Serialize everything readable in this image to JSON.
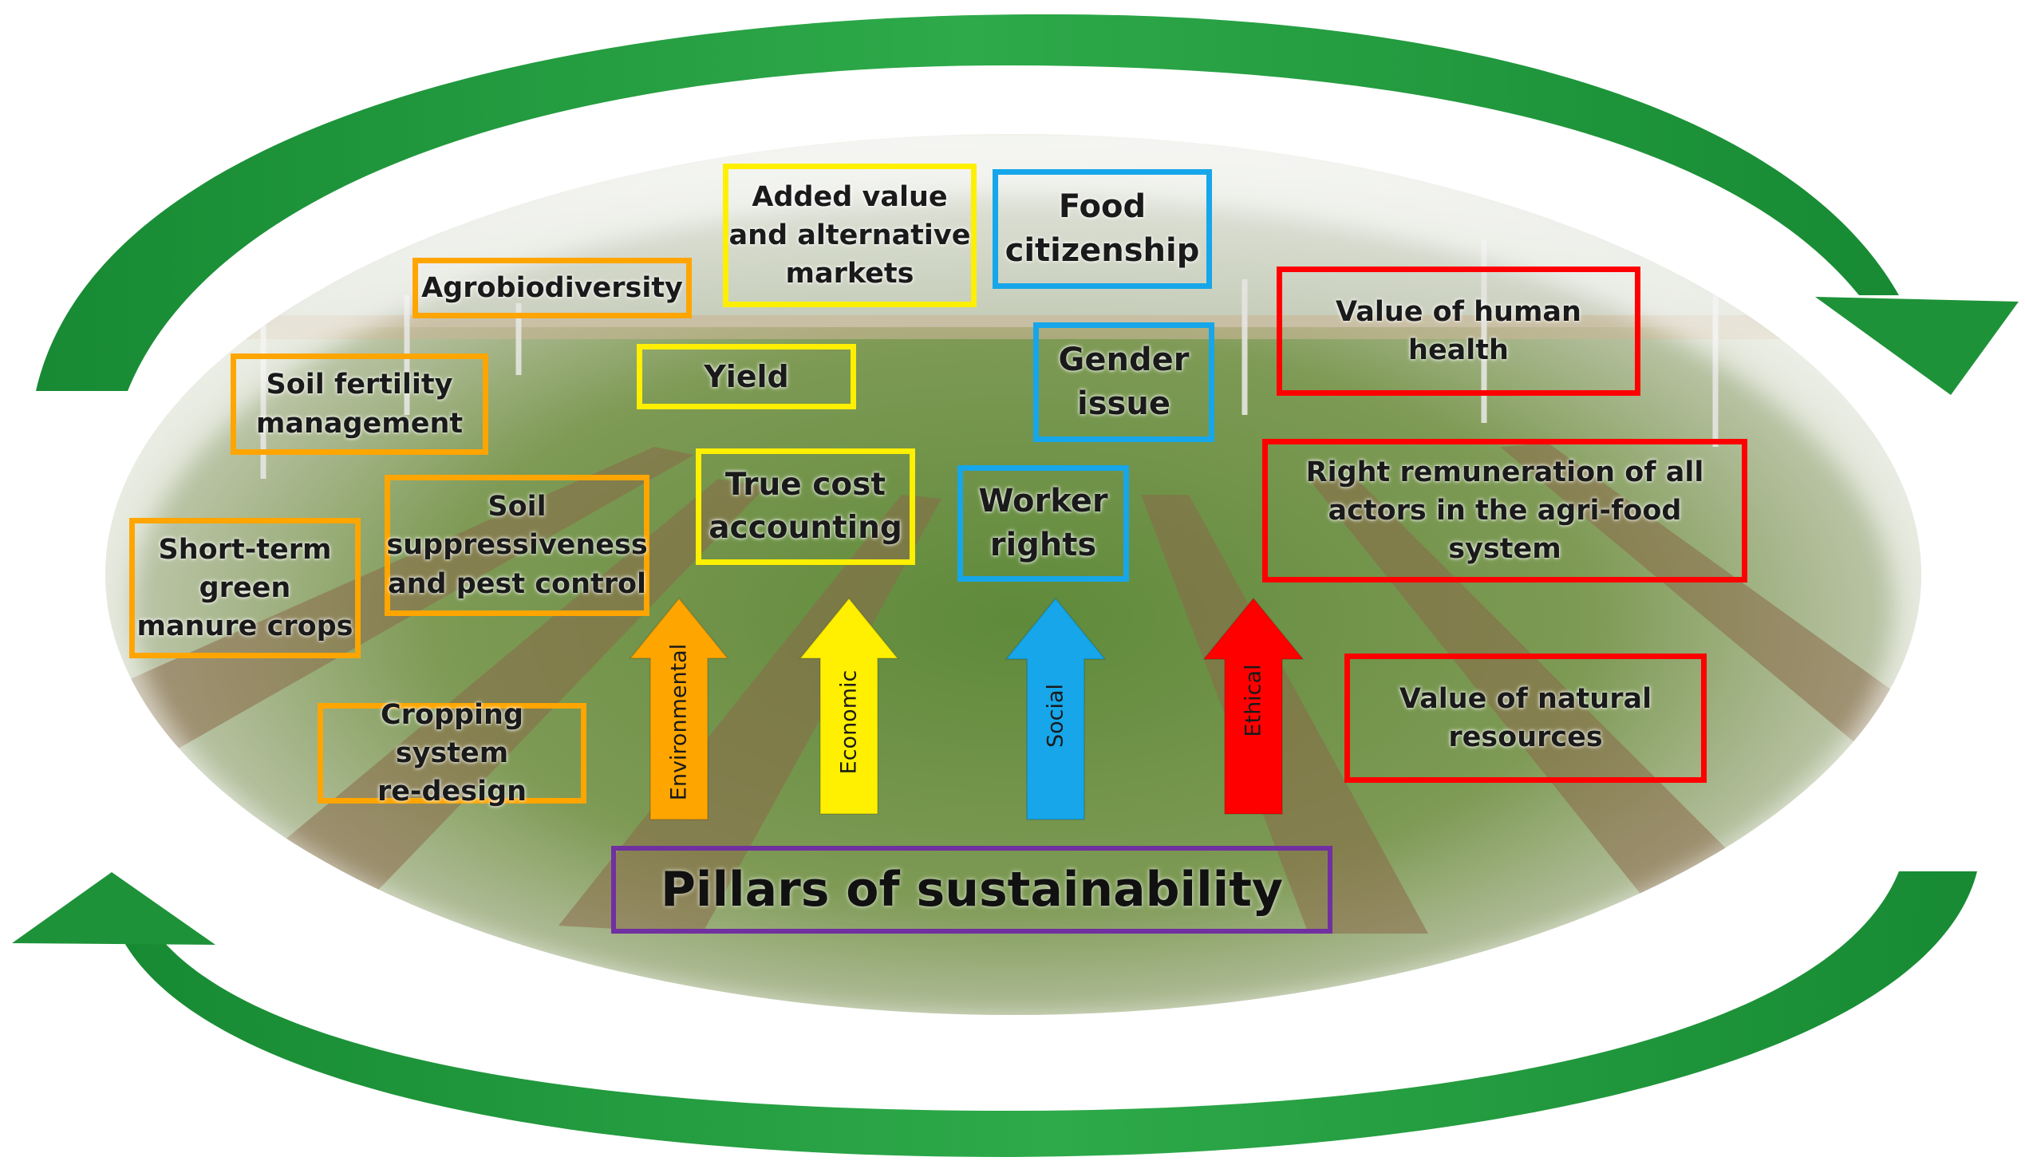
{
  "colors": {
    "environmental": "#ffa500",
    "economic": "#ffef00",
    "social": "#16a6e9",
    "ethical": "#ff0000",
    "title_border": "#7030a0",
    "cycle_arrow": "#1f9a3a"
  },
  "pillars": [
    {
      "id": "environmental",
      "label": "Environmental"
    },
    {
      "id": "economic",
      "label": "Economic"
    },
    {
      "id": "social",
      "label": "Social"
    },
    {
      "id": "ethical",
      "label": "Ethical"
    }
  ],
  "boxes": {
    "environmental": [
      {
        "id": "agrobiodiversity",
        "lines": [
          "Agrobiodiversity"
        ]
      },
      {
        "id": "soil-fertility-management",
        "lines": [
          "Soil fertility",
          "management"
        ]
      },
      {
        "id": "soil-suppressiveness",
        "lines": [
          "Soil",
          "suppressiveness",
          "and pest control"
        ]
      },
      {
        "id": "short-term-green-manure",
        "lines": [
          "Short-term",
          "green",
          "manure crops"
        ]
      },
      {
        "id": "cropping-system-redesign",
        "lines": [
          "Cropping system",
          "re-design"
        ]
      }
    ],
    "economic": [
      {
        "id": "added-value",
        "lines": [
          "Added value",
          "and alternative",
          "markets"
        ]
      },
      {
        "id": "yield",
        "lines": [
          "Yield"
        ]
      },
      {
        "id": "true-cost-accounting",
        "lines": [
          "True cost",
          "accounting"
        ]
      }
    ],
    "social": [
      {
        "id": "food-citizenship",
        "lines": [
          "Food",
          "citizenship"
        ]
      },
      {
        "id": "gender-issue",
        "lines": [
          "Gender",
          "issue"
        ]
      },
      {
        "id": "worker-rights",
        "lines": [
          "Worker",
          "rights"
        ]
      }
    ],
    "ethical": [
      {
        "id": "value-human-health",
        "lines": [
          "Value of human",
          "health"
        ]
      },
      {
        "id": "right-remuneration",
        "lines": [
          "Right remuneration of all",
          "actors in the agri-food system"
        ]
      },
      {
        "id": "value-natural-resources",
        "lines": [
          "Value of natural",
          "resources"
        ]
      }
    ]
  },
  "title": "Pillars of sustainability"
}
